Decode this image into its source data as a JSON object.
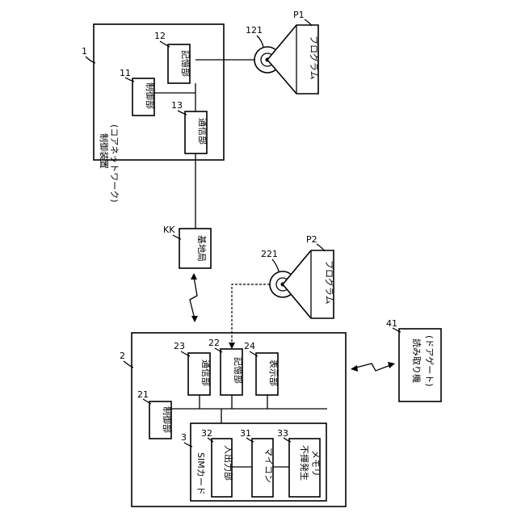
{
  "control_device": {
    "ref": "1",
    "label_line1": "制御装置",
    "label_line2": "(コアネットワーク)",
    "control_unit": {
      "ref": "11",
      "label": "制御部"
    },
    "storage_unit": {
      "ref": "12",
      "label": "記憶部"
    },
    "comm_unit": {
      "ref": "13",
      "label": "通信部"
    }
  },
  "media_1": {
    "ref": "121",
    "program_ref": "P1",
    "program_label": "プログラム"
  },
  "base_station": {
    "ref": "KK",
    "label": "基地局"
  },
  "media_2": {
    "ref": "221",
    "program_ref": "P2",
    "program_label": "プログラム"
  },
  "terminal": {
    "ref": "2",
    "control_unit": {
      "ref": "21",
      "label": "制御部"
    },
    "comm_unit": {
      "ref": "23",
      "label": "通信部"
    },
    "storage_unit": {
      "ref": "22",
      "label": "記憶部"
    },
    "display_unit": {
      "ref": "24",
      "label": "表示部"
    },
    "sim_card": {
      "ref": "3",
      "label": "SIMカード",
      "io_unit": {
        "ref": "32",
        "label": "入出力部"
      },
      "microcomputer": {
        "ref": "31",
        "label": "マイコン"
      },
      "nonvolatile_memory": {
        "ref": "33",
        "label_line1": "不揮発生",
        "label_line2": "メモリ"
      }
    }
  },
  "reader": {
    "ref": "41",
    "label_line1": "読み取り機",
    "label_line2": "(ドアゲート)"
  }
}
